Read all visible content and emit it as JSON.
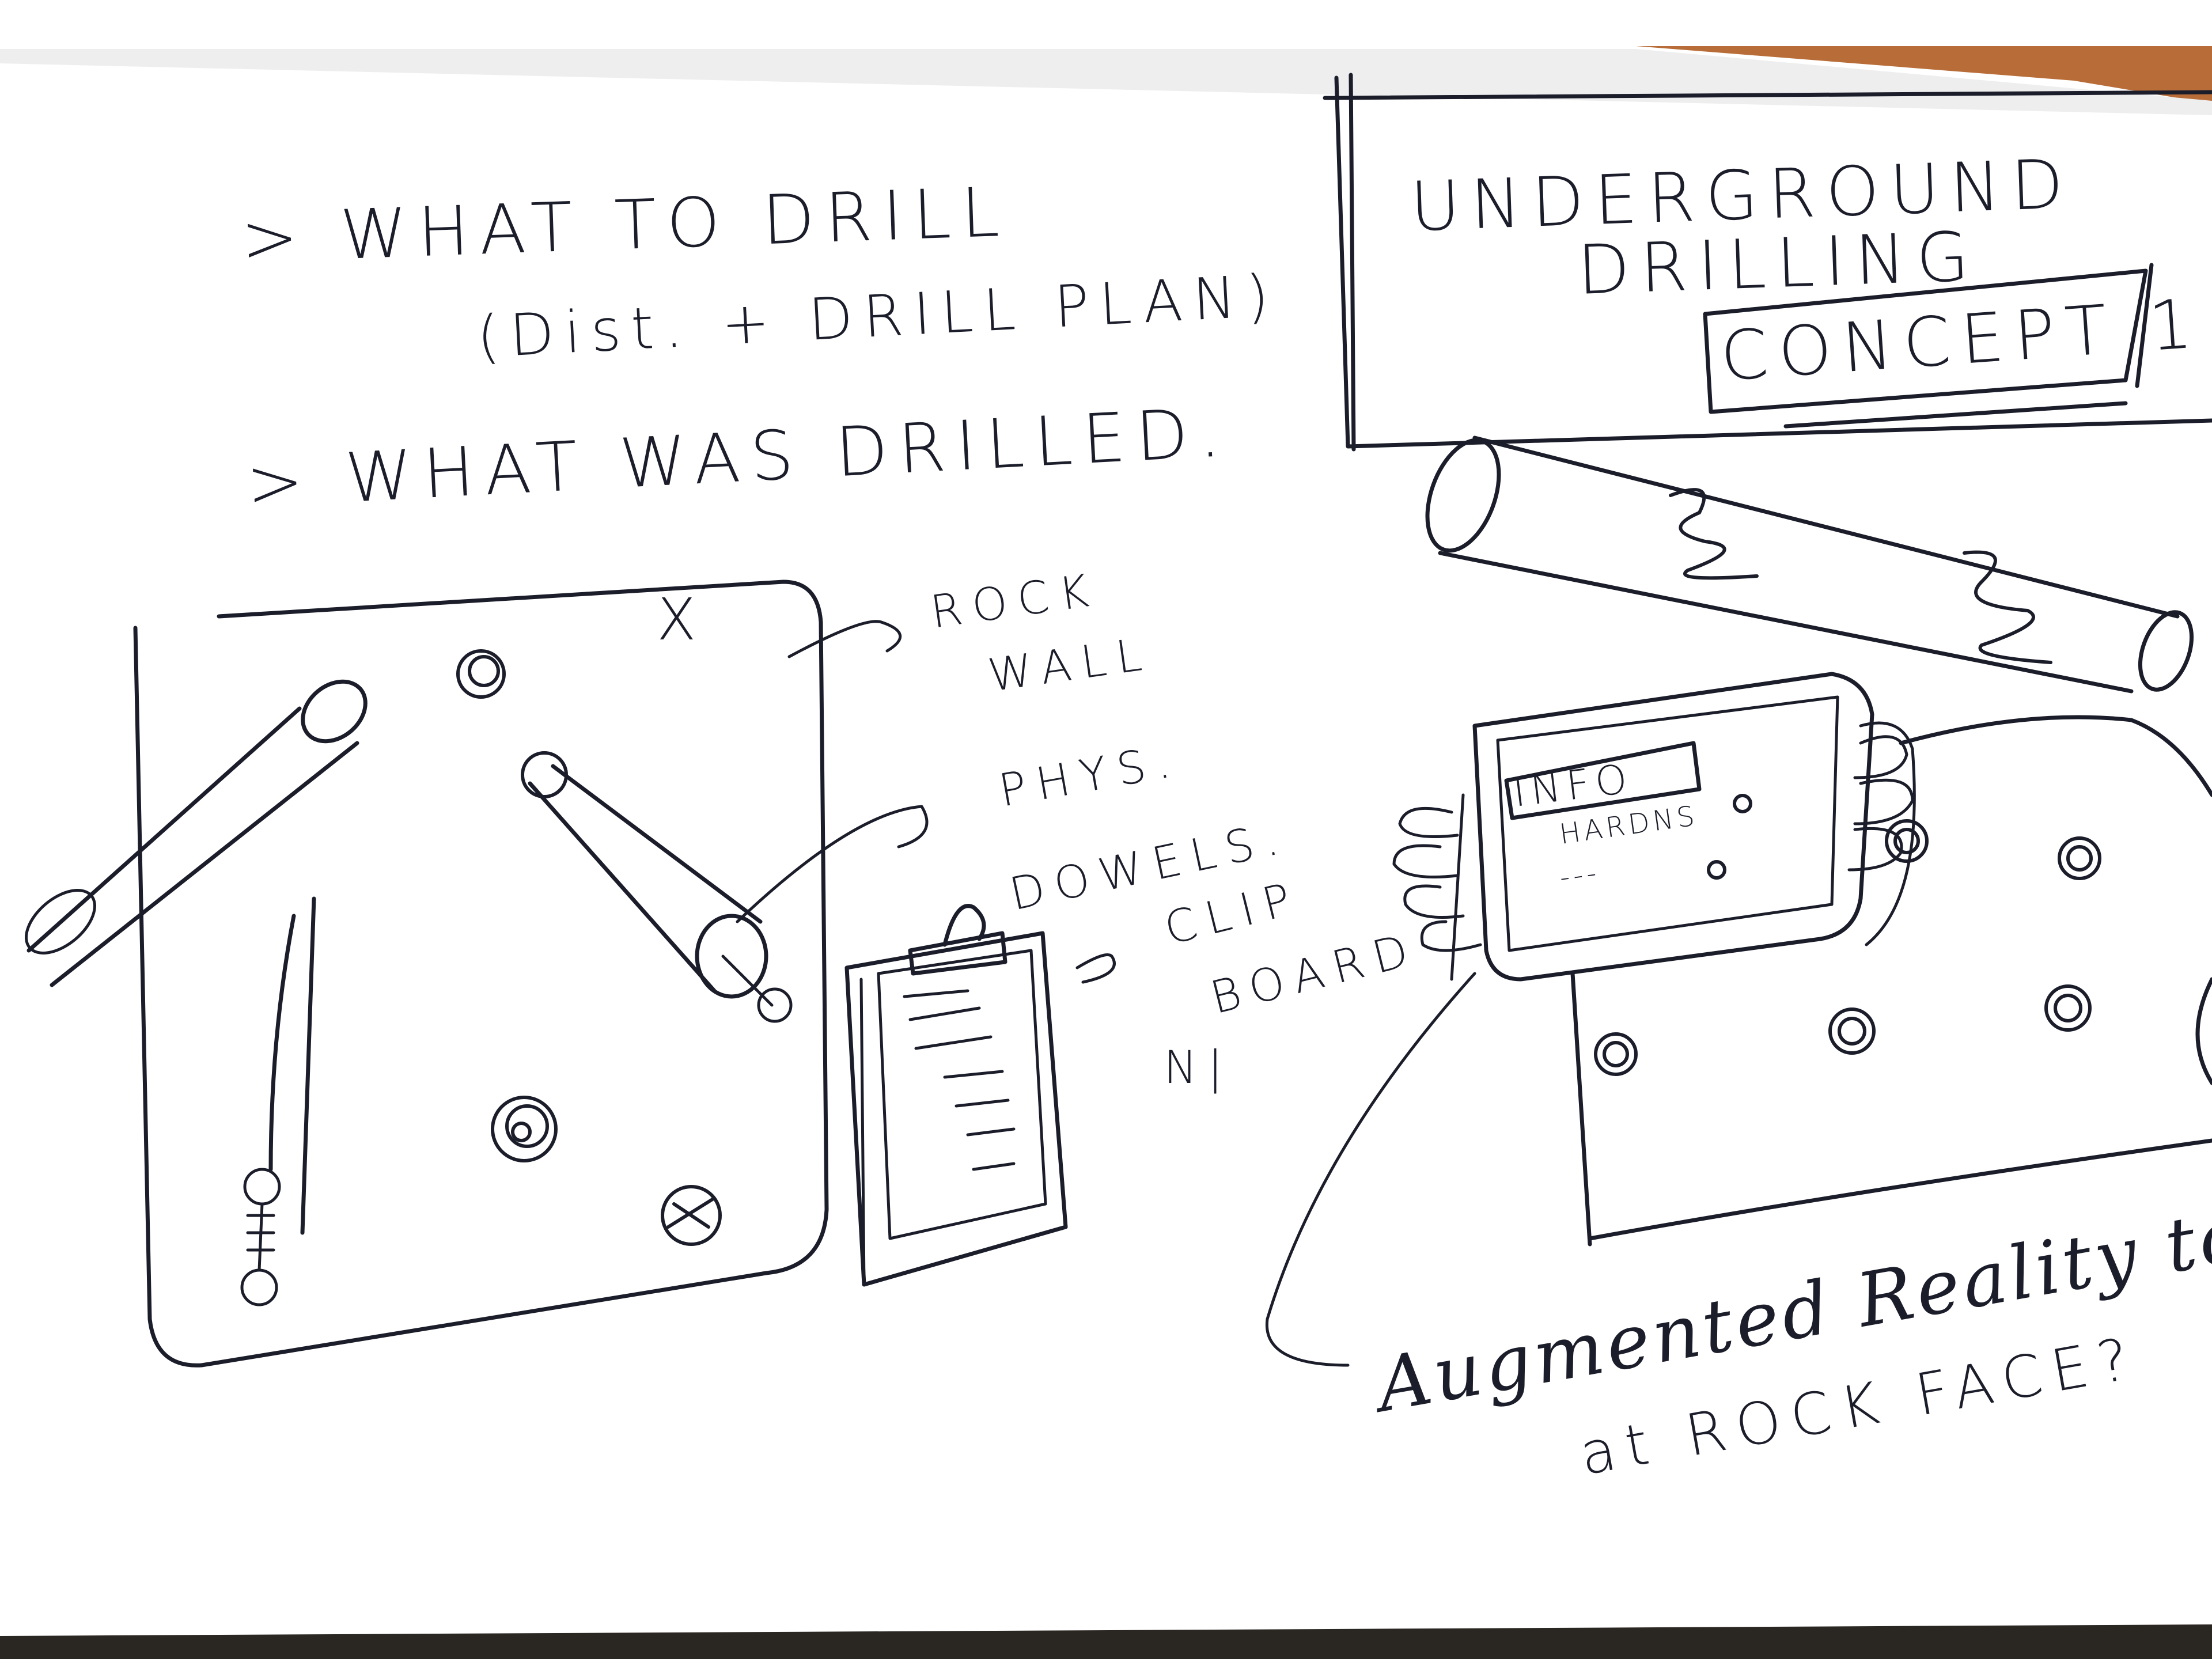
{
  "notes": {
    "line1": "> WHAT  TO  DRILL",
    "line2": "(Dist. + DRILL PLAN)",
    "line3": "> WHAT  WAS DRILLED."
  },
  "title_box": {
    "line1": "UNDERGROUND",
    "line2": "DRILLING",
    "concept": "CONCEPT 1"
  },
  "left_sketch": {
    "x_mark": "X",
    "rock_wall_line1": "ROCK",
    "rock_wall_line2": "WALL",
    "phys_line1": "PHYS.",
    "phys_line2": "DOWELS.",
    "clip_line1": "CLIP",
    "clip_line2": "BOARD",
    "n_label": "N|"
  },
  "right_sketch": {
    "tablet_info": "INFO",
    "tablet_line2": "HARDNS",
    "tablet_line3": "---",
    "caption_line1": "Augmented Reality to (",
    "caption_line2": "at ROCK FACE?"
  },
  "colors": {
    "ink": "#1b1d2a",
    "paper": "#ffffff",
    "table_wood": "#b86d38"
  }
}
